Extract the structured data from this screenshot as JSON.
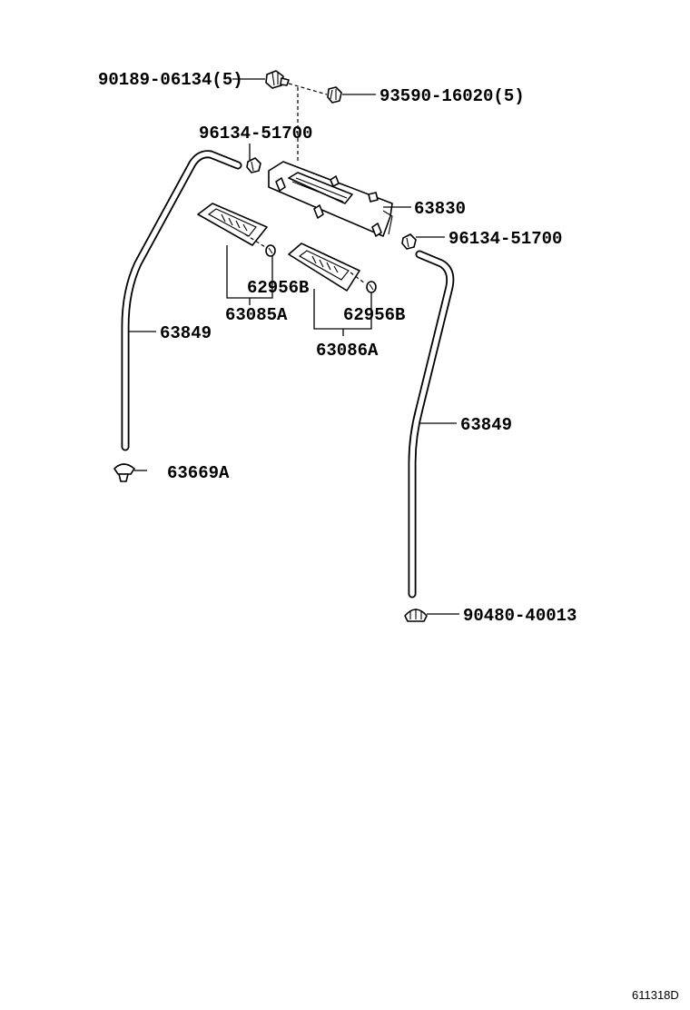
{
  "labels": {
    "p90189": "90189-06134(5)",
    "p93590": "93590-16020(5)",
    "p96134_top": "96134-51700",
    "p63830": "63830",
    "p96134_right": "96134-51700",
    "p62956b_left": "62956B",
    "p63085a": "63085A",
    "p62956b_right": "62956B",
    "p63086a": "63086A",
    "p63849_left": "63849",
    "p63849_right": "63849",
    "p63669a": "63669A",
    "p90480": "90480-40013",
    "diagram_id": "611318D"
  },
  "icons": {
    "clip": "clip-icon",
    "screw": "screw-icon",
    "grommet": "grommet-icon",
    "lamp": "stop-lamp-icon",
    "lens": "lamp-lens-icon",
    "bulb": "bulb-icon",
    "hose": "hose-icon",
    "nut": "nut-icon"
  },
  "colors": {
    "line": "#000000",
    "background": "#ffffff"
  }
}
